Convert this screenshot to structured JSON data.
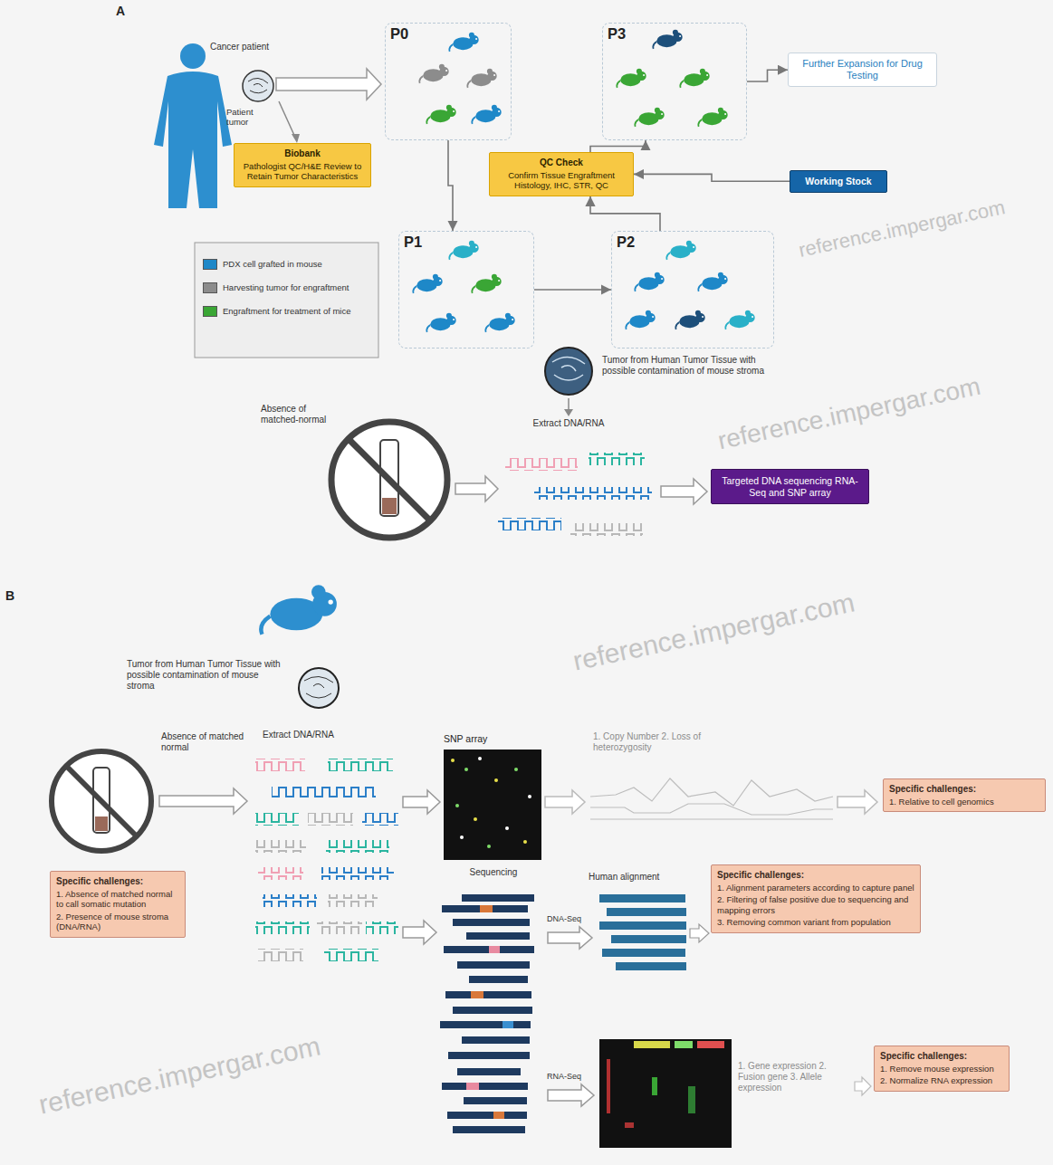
{
  "diagram": {
    "nodes": [
      {
        "text": [
          "Biobank",
          "Pathologist QC/H&E Review to Retain Tumor Characteristics"
        ]
      },
      {
        "text": [
          "P0"
        ]
      },
      {
        "text": [
          "QC Check",
          "Confirm Tissue Engraftment Histology, IHC, STR, QC"
        ]
      },
      {
        "text": [
          "P3"
        ]
      },
      {
        "text": [
          "Further Expansion for Drug Testing"
        ]
      },
      {
        "text": [
          "Working Stock"
        ]
      },
      {
        "text": [
          "P1"
        ]
      },
      {
        "text": [
          "P2"
        ]
      },
      {
        "text": [
          "Targeted DNA sequencing RNA-Seq and SNP array"
        ]
      },
      {
        "text": [
          "SNP array"
        ]
      },
      {
        "text": [
          "Specific challenges:",
          "1. Relative to cell genomics"
        ]
      },
      {
        "text": [
          "Specific challenges:",
          "1. Absence of matched normal to call somatic mutation",
          "2. Presence of mouse stroma (DNA/RNA)"
        ]
      },
      {
        "text": [
          "Specific challenges:",
          "1. Alignment parameters according to capture panel",
          "2. Filtering of false positive due to sequencing and mapping errors",
          "3. Removing common variant from population"
        ]
      },
      {
        "text": [
          "Specific challenges:",
          "1. Remove mouse expression",
          "2. Normalize RNA expression"
        ]
      }
    ],
    "edges": [
      {
        "from": 1,
        "to": 6,
        "arrow": "to"
      },
      {
        "from": 6,
        "to": 7,
        "arrow": "to"
      },
      {
        "from": 7,
        "to": 2,
        "arrow": "to"
      },
      {
        "from": 5,
        "to": 2,
        "arrow": "to"
      },
      {
        "from": 2,
        "to": 3,
        "arrow": "to"
      },
      {
        "from": 3,
        "to": 4,
        "arrow": "to"
      }
    ],
    "labels": [
      "A",
      "Cancer patient",
      "Patient tumor",
      "Tumor from Human Tumor Tissue with possible contamination of mouse stroma",
      "Extract DNA/RNA",
      "Absence of matched-normal",
      "B",
      "Tumor from Human Tumor Tissue with possible contamination of mouse stroma",
      "Absence of matched normal",
      "Extract DNA/RNA",
      "1. Copy Number 2. Loss of heterozygosity",
      "Sequencing",
      "Human alignment",
      "DNA-Seq",
      "RNA-Seq",
      "1. Gene expression 2. Fusion gene 3. Allele expression",
      "reference.impergar.com",
      "reference.impergar.com",
      "reference.impergar.com",
      "reference.impergar.com"
    ],
    "legend": [
      {
        "text": "PDX cell grafted in mouse",
        "color": "#1e88c8"
      },
      {
        "text": "Harvesting tumor for engraftment",
        "color": "#8c8c8c"
      },
      {
        "text": "Engraftment for treatment of mice",
        "color": "#3aa635"
      }
    ]
  }
}
